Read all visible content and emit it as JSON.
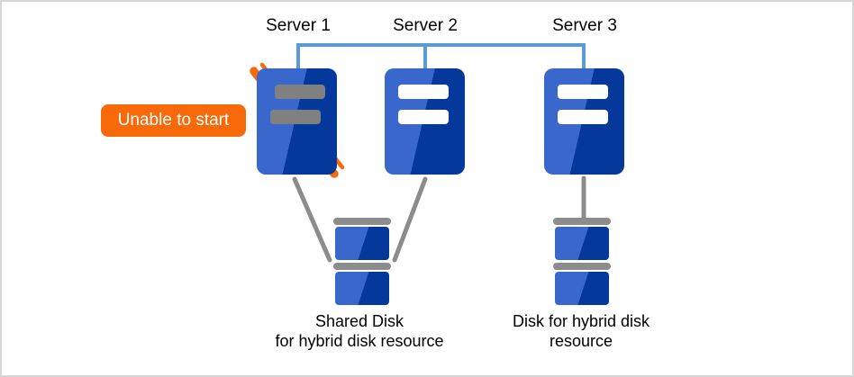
{
  "servers": [
    {
      "label": "Server 1",
      "status": "unable to start",
      "icon": "server-icon",
      "panel_style": "gray-disabled"
    },
    {
      "label": "Server 2",
      "status": "running",
      "icon": "server-icon",
      "panel_style": "white"
    },
    {
      "label": "Server 3",
      "status": "running",
      "icon": "server-icon",
      "panel_style": "white"
    }
  ],
  "callout": {
    "label": "Unable to start",
    "points_to": "Server 1"
  },
  "disks": [
    {
      "label": [
        "Shared Disk",
        "for hybrid disk resource"
      ],
      "icon": "disk-stack-icon",
      "connected_servers": [
        "Server 1",
        "Server 2"
      ]
    },
    {
      "label": [
        "Disk for hybrid disk",
        "resource"
      ],
      "icon": "disk-stack-icon",
      "connected_servers": [
        "Server 3"
      ]
    }
  ],
  "connections": {
    "interconnect": "Server 1 - Server 2 - Server 3",
    "disk_links": [
      "Server 1 to Shared Disk",
      "Server 2 to Shared Disk",
      "Server 3 to hybrid disk"
    ]
  },
  "colors": {
    "server_light_blue": "#3a67cc",
    "server_dark_blue": "#05389b",
    "interconnect_blue": "#5b9bd5",
    "disk_line_gray": "#8c8c8c",
    "disabled_panel_gray": "#808080",
    "alert_orange": "#f8690a",
    "canvas_border": "#d6d6d6"
  }
}
